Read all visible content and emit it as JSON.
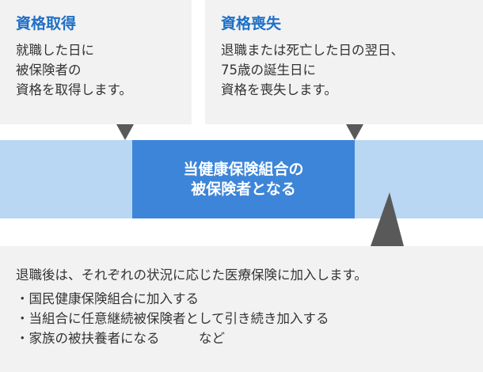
{
  "acquire": {
    "title": "資格取得",
    "text": "就職した日に\n被保険者の\n資格を取得します。"
  },
  "loss": {
    "title": "資格喪失",
    "text": "退職または死亡した日の翌日、\n75歳の誕生日に\n資格を喪失します。"
  },
  "center": {
    "line1": "当健康保険組合の",
    "line2": "被保険者となる"
  },
  "after": {
    "intro": "退職後は、それぞれの状況に応じた医療保険に加入します。",
    "items": [
      "・国民健康保険組合に加入する",
      "・当組合に任意継続被保険者として引き続き加入する",
      "・家族の被扶養者になる　　　など"
    ]
  },
  "colors": {
    "box_bg": "#f2f2f2",
    "title_blue": "#1e6fc6",
    "band_light_blue": "#b9d6f2",
    "center_blue": "#3d85d8",
    "pointer_gray": "#595959"
  }
}
